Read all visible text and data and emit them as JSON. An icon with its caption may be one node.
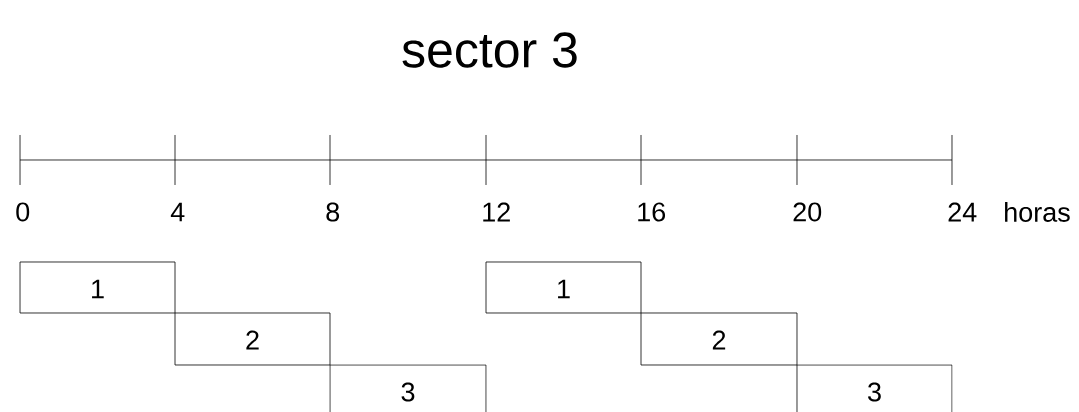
{
  "diagram": {
    "title": "sector 3",
    "nodes": [
      {
        "text": [
          "1"
        ]
      },
      {
        "text": [
          "2"
        ]
      },
      {
        "text": [
          "3"
        ]
      },
      {
        "text": [
          "1"
        ]
      },
      {
        "text": [
          "2"
        ]
      },
      {
        "text": [
          "3"
        ]
      }
    ],
    "labels": [
      "0",
      "4",
      "8",
      "12",
      "16",
      "20",
      "24",
      "horas"
    ]
  }
}
